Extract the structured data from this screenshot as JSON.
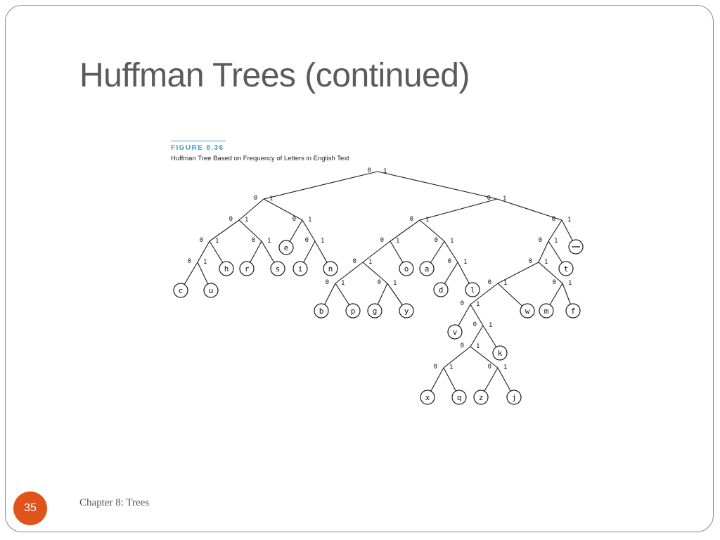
{
  "slide": {
    "title": "Huffman Trees (continued)",
    "footer": "Chapter 8: Trees",
    "number": "35",
    "badge_color": "#e0541c",
    "title_color": "#5b5b5b"
  },
  "figure": {
    "label": "FIGURE 8.36",
    "caption": "Huffman Tree Based on Frequency of Letters in English Text",
    "accent_color": "#34a0d8"
  },
  "tree": {
    "edge_labels": [
      "0",
      "1"
    ],
    "space_symbol": "—",
    "leaves": [
      "c",
      "u",
      "h",
      "r",
      "s",
      "e",
      "i",
      "n",
      "b",
      "p",
      "g",
      "y",
      "o",
      "a",
      "d",
      "l",
      "v",
      "w",
      "m",
      "f",
      "t",
      "k",
      "x",
      "q",
      "z",
      "j",
      "—"
    ],
    "root": {
      "c": [
        {
          "c": [
            {
              "c": [
                {
                  "c": [
                    {
                      "c": [
                        {
                          "leaf": "c"
                        },
                        {
                          "leaf": "u"
                        }
                      ]
                    },
                    {
                      "leaf": "h"
                    }
                  ]
                },
                {
                  "c": [
                    {
                      "leaf": "r"
                    },
                    {
                      "leaf": "s"
                    }
                  ]
                }
              ]
            },
            {
              "c": [
                {
                  "leaf": "e"
                },
                {
                  "c": [
                    {
                      "leaf": "i"
                    },
                    {
                      "leaf": "n"
                    }
                  ]
                }
              ]
            }
          ]
        },
        {
          "c": [
            {
              "c": [
                {
                  "c": [
                    {
                      "c": [
                        {
                          "c": [
                            {
                              "leaf": "b"
                            },
                            {
                              "leaf": "p"
                            }
                          ]
                        },
                        {
                          "c": [
                            {
                              "leaf": "g"
                            },
                            {
                              "leaf": "y"
                            }
                          ]
                        }
                      ]
                    },
                    {
                      "leaf": "o"
                    }
                  ]
                },
                {
                  "c": [
                    {
                      "leaf": "a"
                    },
                    {
                      "c": [
                        {
                          "leaf": "d"
                        },
                        {
                          "leaf": "l"
                        }
                      ]
                    }
                  ]
                }
              ]
            },
            {
              "c": [
                {
                  "c": [
                    {
                      "c": [
                        {
                          "c": [
                            {
                              "c": [
                                {
                                  "leaf": "v"
                                },
                                {
                                  "c": [
                                    {
                                      "c": [
                                        {
                                          "c": [
                                            {
                                              "leaf": "x"
                                            },
                                            {
                                              "leaf": "q"
                                            }
                                          ]
                                        },
                                        {
                                          "c": [
                                            {
                                              "leaf": "z"
                                            },
                                            {
                                              "leaf": "j"
                                            }
                                          ]
                                        }
                                      ]
                                    },
                                    {
                                      "leaf": "k"
                                    }
                                  ]
                                }
                              ]
                            },
                            {
                              "leaf": "w"
                            }
                          ]
                        },
                        {
                          "c": [
                            {
                              "leaf": "m"
                            },
                            {
                              "leaf": "f"
                            }
                          ]
                        }
                      ]
                    },
                    {
                      "leaf": "t"
                    }
                  ]
                },
                {
                  "leaf": "—"
                }
              ]
            }
          ]
        }
      ]
    }
  }
}
